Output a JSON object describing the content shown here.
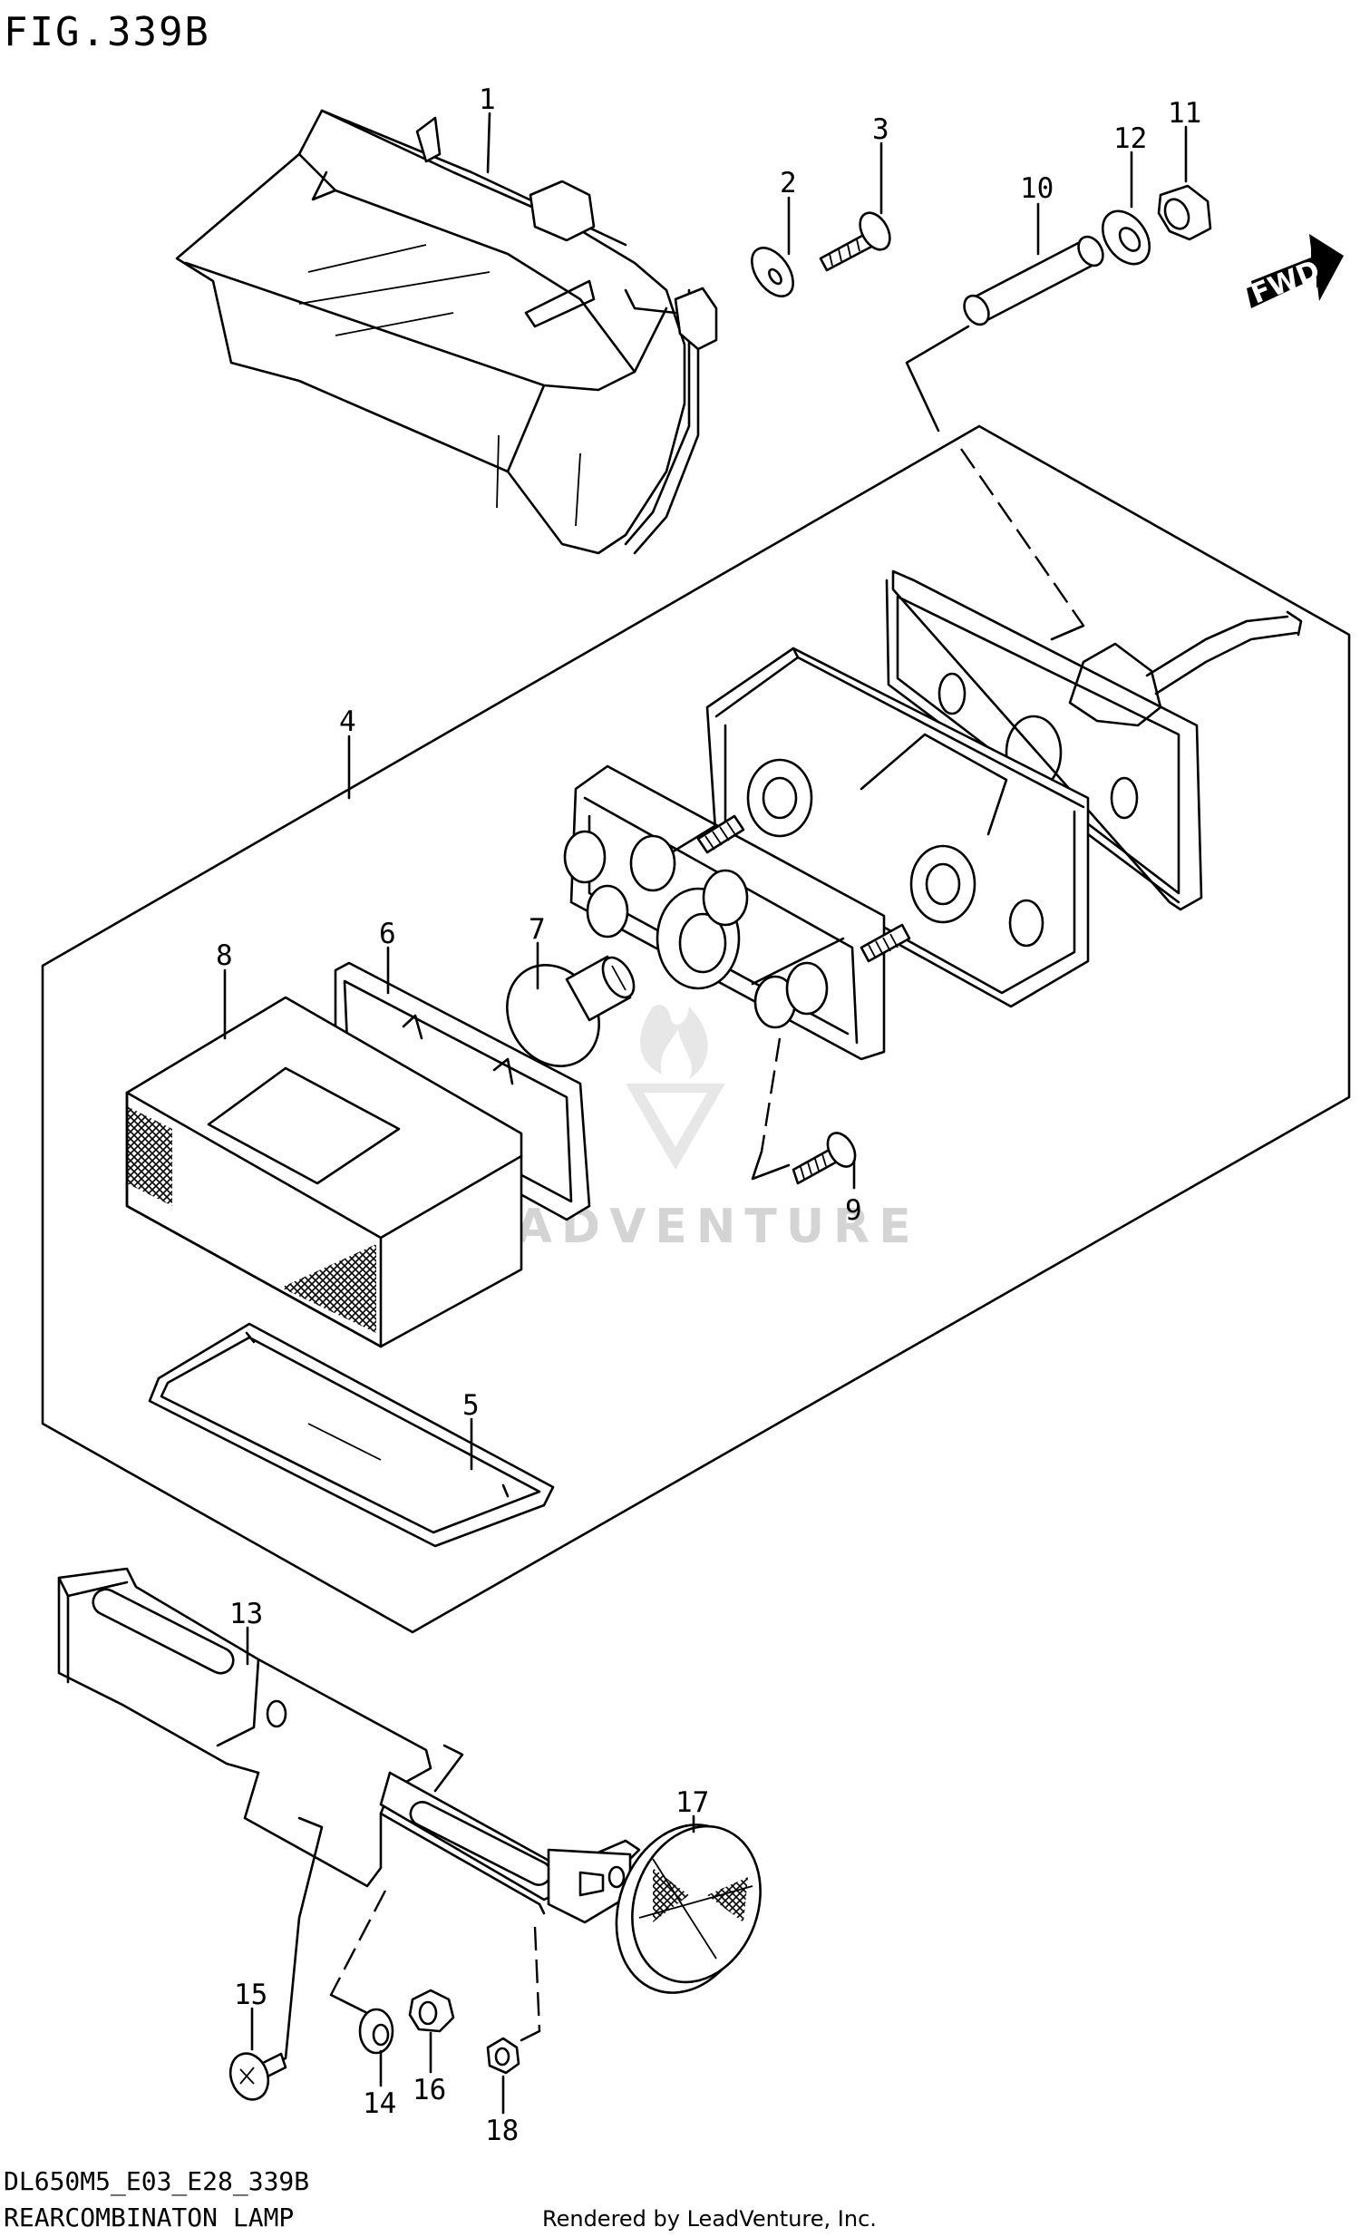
{
  "figure": {
    "title": "FIG.339B",
    "model_code": "DL650M5_E03_E28_339B",
    "caption": "REARCOMBINATON LAMP",
    "credit": "Rendered by LeadVenture, Inc.",
    "watermark": "LEADVENTURE",
    "direction_badge": "FWD"
  },
  "callouts": [
    "1",
    "2",
    "3",
    "4",
    "5",
    "6",
    "7",
    "8",
    "9",
    "10",
    "11",
    "12",
    "13",
    "14",
    "15",
    "16",
    "17",
    "18"
  ],
  "colors": {
    "line": "#000000",
    "background": "#ffffff",
    "watermark": "#d4d4d4"
  }
}
